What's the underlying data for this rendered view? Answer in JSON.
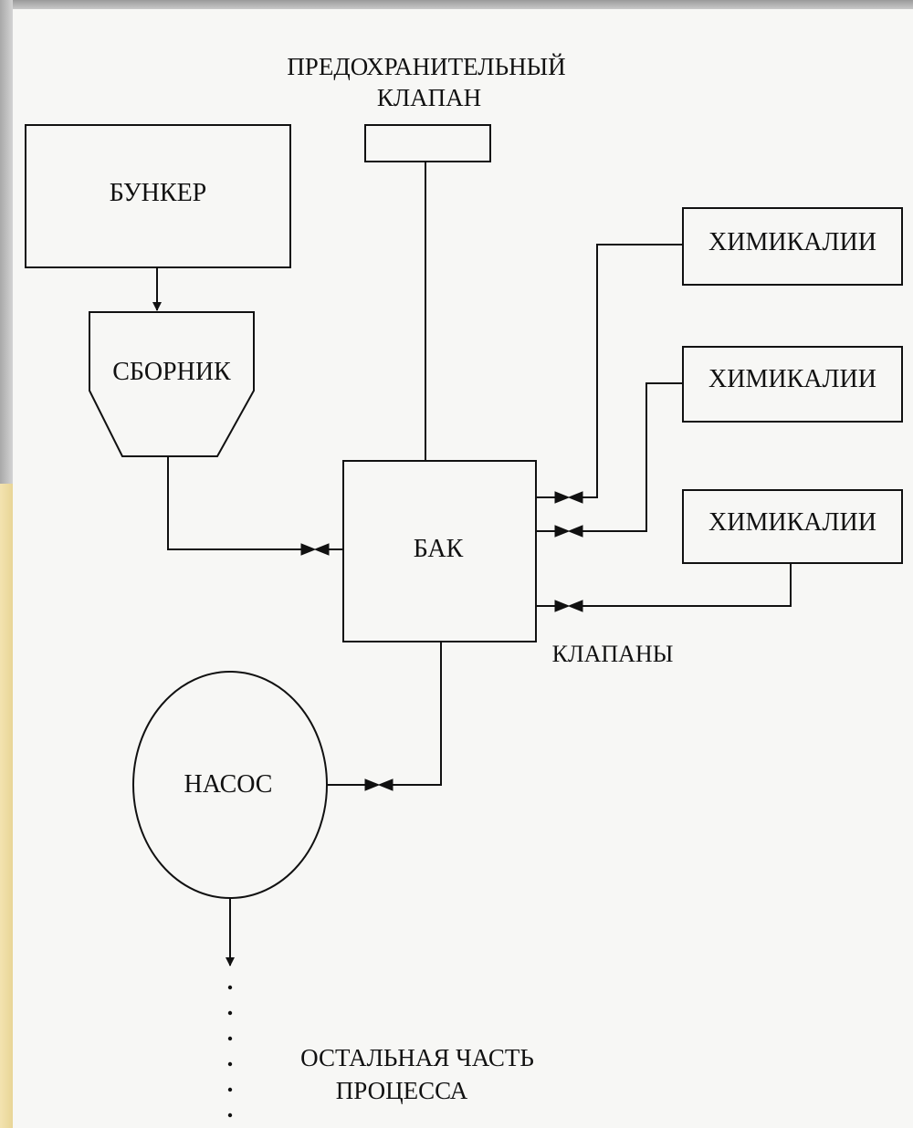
{
  "diagram": {
    "safety_valve_label_line1": "ПРЕДОХРАНИТЕЛЬНЫЙ",
    "safety_valve_label_line2": "КЛАПАН",
    "bunker_label": "БУНКЕР",
    "collector_label": "СБОРНИК",
    "chemicals_1_label": "ХИМИКАЛИИ",
    "chemicals_2_label": "ХИМИКАЛИИ",
    "chemicals_3_label": "ХИМИКАЛИИ",
    "tank_label": "БАК",
    "valves_label": "КЛАПАНЫ",
    "pump_label": "НАСОС",
    "rest_label_line1": "ОСТАЛЬНАЯ ЧАСТЬ",
    "rest_label_line2": "ПРОЦЕССА"
  },
  "colors": {
    "line": "#111111",
    "paper": "#f7f7f5",
    "frame_gray": "#b8b8b8",
    "frame_gold": "#ecd9a0"
  }
}
